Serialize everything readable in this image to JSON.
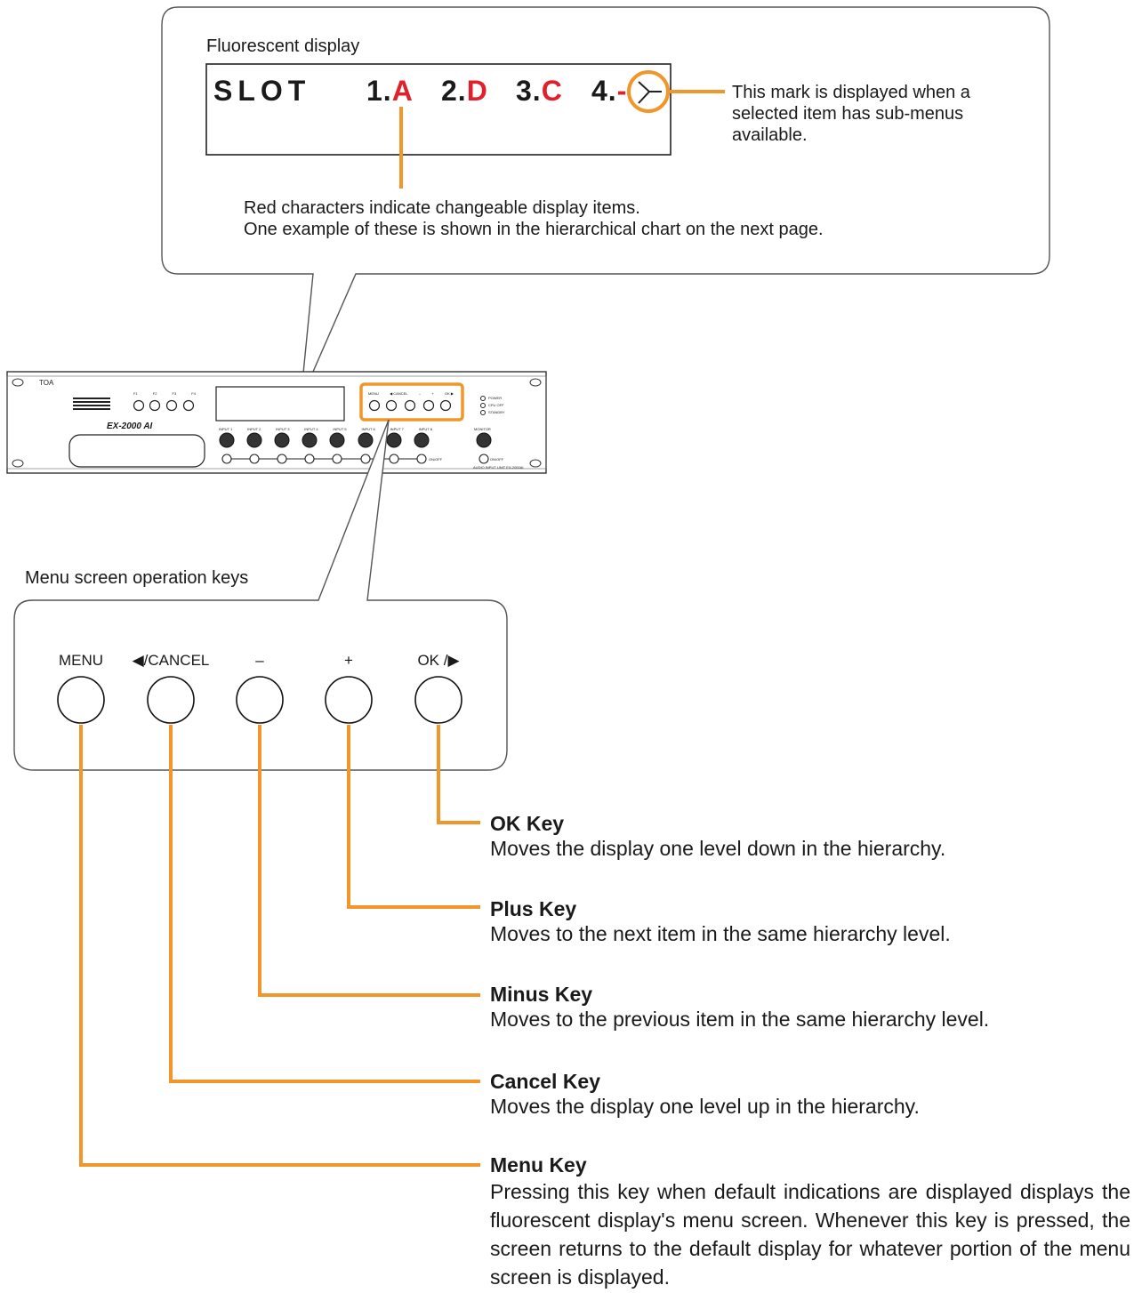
{
  "display_callout": {
    "title": "Fluorescent display",
    "lcd": {
      "slot": "SLOT",
      "items": [
        {
          "num": "1.",
          "val": "A"
        },
        {
          "num": "2.",
          "val": "D"
        },
        {
          "num": "3.",
          "val": "C"
        },
        {
          "num": "4.",
          "val": "-"
        }
      ]
    },
    "submenu_note": [
      "This mark is displayed when a",
      "selected item has sub-menus",
      "available."
    ],
    "red_note": [
      "Red characters indicate changeable display items.",
      "One example of these is shown in the hierarchical chart on the next page."
    ]
  },
  "device": {
    "brand": "TOA",
    "model": "EX-2000 AI",
    "f_keys": [
      "F1",
      "F2",
      "F3",
      "F4"
    ],
    "menu_keys": [
      "MENU",
      "◀ CANCEL",
      "–",
      "+",
      "OK ▶"
    ],
    "leds": [
      "POWER",
      "CPU OFF",
      "STANDBY"
    ],
    "inputs": [
      "INPUT 1",
      "INPUT 2",
      "INPUT 3",
      "INPUT 4",
      "INPUT 5",
      "INPUT 6",
      "INPUT 7",
      "INPUT 8"
    ],
    "monitor": "MONITOR",
    "on_off": "ON/OFF",
    "footer": "AUDIO INPUT UNIT EX-2000AI"
  },
  "keys_panel": {
    "title": "Menu screen operation keys",
    "labels": [
      "MENU",
      "◀/CANCEL",
      "–",
      "+",
      "OK /▶"
    ]
  },
  "key_descriptions": [
    {
      "title": "OK Key",
      "desc": "Moves the display one level down in the hierarchy."
    },
    {
      "title": "Plus Key",
      "desc": "Moves to the next item in the same hierarchy level."
    },
    {
      "title": "Minus Key",
      "desc": "Moves to the previous item in the same hierarchy level."
    },
    {
      "title": "Cancel Key",
      "desc": "Moves the display one level up in the hierarchy."
    },
    {
      "title": "Menu Key",
      "desc": "Pressing this key when default indications are displayed displays the fluorescent display's menu screen. Whenever this key is pressed, the screen returns to the default display for whatever portion of the menu screen is displayed."
    }
  ],
  "colors": {
    "accent": "#f0962a",
    "red": "#e0202a",
    "line": "#333333"
  }
}
